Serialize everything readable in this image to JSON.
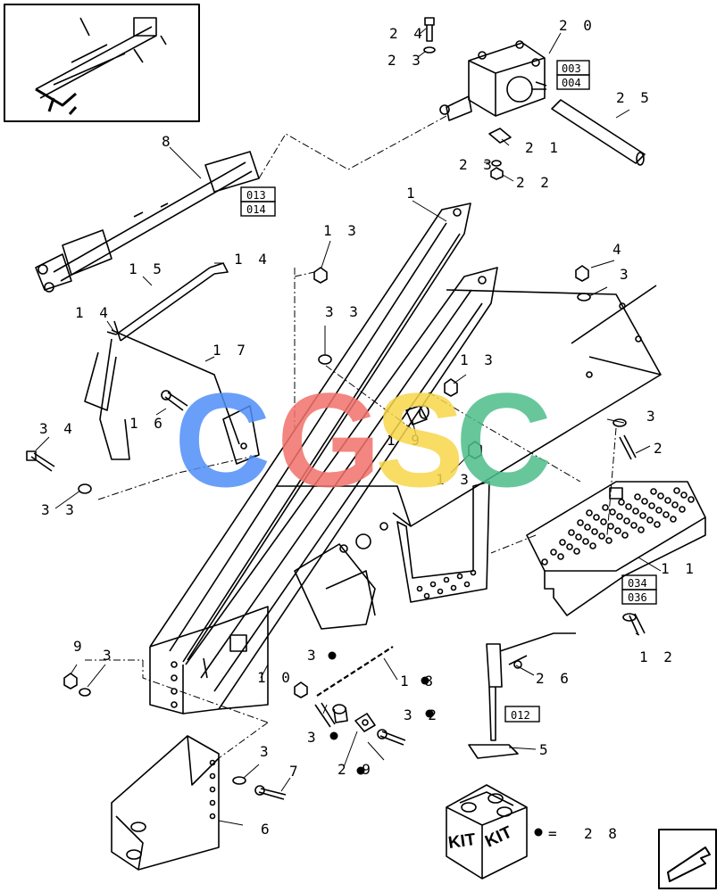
{
  "callouts": {
    "c1": "1",
    "c2": "2",
    "c3a": "3",
    "c3b": "3",
    "c3c": "3",
    "c3d": "3",
    "c3e": "3",
    "c3f": "3",
    "c4": "4",
    "c5": "5",
    "c6": "6",
    "c7": "7",
    "c8": "8",
    "c9": "9",
    "c10": "1 0",
    "c11": "1 1",
    "c12": "1 2",
    "c13a": "1 3",
    "c13b": "1 3",
    "c13c": "1 3",
    "c14a": "1 4",
    "c14b": "1 4",
    "c15": "1 5",
    "c16": "1 6",
    "c17": "1 7",
    "c18": "1 8",
    "c19": "1 9",
    "c20": "2 0",
    "c21": "2 1",
    "c22": "2 2",
    "c23a": "2 3",
    "c23b": "2 3",
    "c24": "2 4",
    "c25": "2 5",
    "c26": "2 6",
    "c29": "2 9",
    "c32": "3 2",
    "c33a": "3 3",
    "c33b": "3 3",
    "c34": "3 4"
  },
  "refs": {
    "r003": "003",
    "r004": "004",
    "r013": "013",
    "r014": "014",
    "r034": "034",
    "r036": "036",
    "r012": "012"
  },
  "kit": {
    "label_left": "KIT",
    "label_right": "KIT",
    "legend_eq": "=",
    "legend_num": "2 8"
  },
  "watermark": {
    "letters": [
      "C",
      "G",
      "S",
      "C"
    ],
    "colors": [
      "#4f8ff7",
      "#f2726b",
      "#f7d64a",
      "#4dbe8a"
    ]
  }
}
